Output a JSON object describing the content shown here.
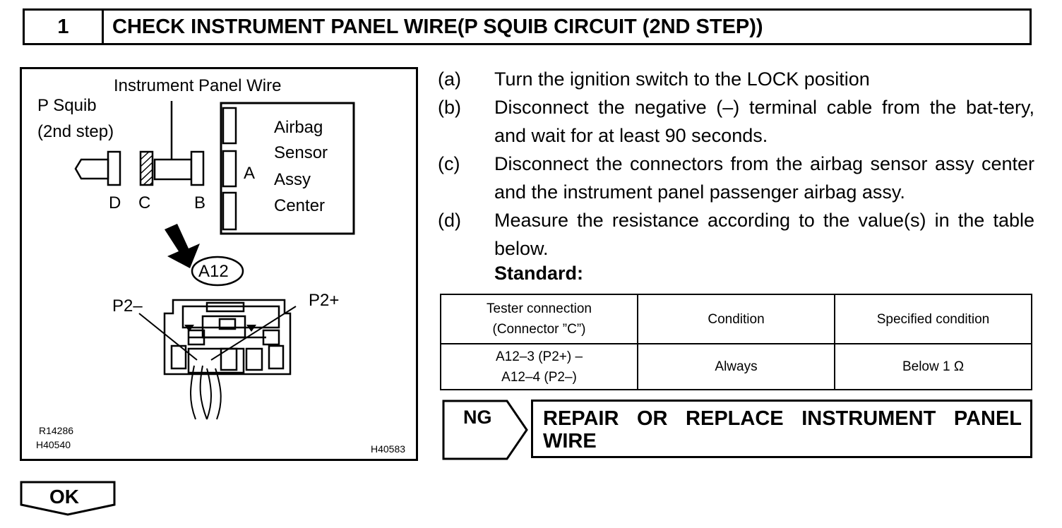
{
  "header": {
    "step_number": "1",
    "title": "CHECK INSTRUMENT PANEL WIRE(P SQUIB CIRCUIT (2ND STEP))"
  },
  "figure": {
    "wire_label": "Instrument Panel Wire",
    "squib_label_line1": "P Squib",
    "squib_label_line2": "(2nd step)",
    "sensor_line1": "Airbag",
    "sensor_line2": "Sensor",
    "sensor_line3": "Assy",
    "sensor_line4": "Center",
    "connector_a": "A",
    "connector_b": "B",
    "connector_c": "C",
    "connector_d": "D",
    "connector_id": "A12",
    "pin_minus": "P2–",
    "pin_plus": "P2+",
    "code_1": "R14286",
    "code_2": "H40540",
    "code_3": "H40583"
  },
  "steps": [
    {
      "letter": "(a)",
      "text": "Turn the ignition switch to the LOCK position"
    },
    {
      "letter": "(b)",
      "text": "Disconnect the negative (–) terminal cable from the bat-tery, and wait for at least 90 seconds."
    },
    {
      "letter": "(c)",
      "text": "Disconnect the connectors from the airbag sensor assy center and the instrument panel passenger airbag assy."
    },
    {
      "letter": "(d)",
      "text": "Measure the resistance according to the value(s) in the table below."
    }
  ],
  "standard_label": "Standard:",
  "table": {
    "headers": {
      "tester_line1": "Tester connection",
      "tester_line2": "(Connector ”C”)",
      "condition": "Condition",
      "specified": "Specified condition"
    },
    "row": {
      "tester_line1": "A12–3 (P2+) –",
      "tester_line2": "A12–4 (P2–)",
      "condition": "Always",
      "specified": "Below 1 Ω"
    }
  },
  "ng": {
    "label": "NG",
    "action": "REPAIR OR REPLACE INSTRUMENT PANEL WIRE"
  },
  "ok": {
    "label": "OK"
  }
}
